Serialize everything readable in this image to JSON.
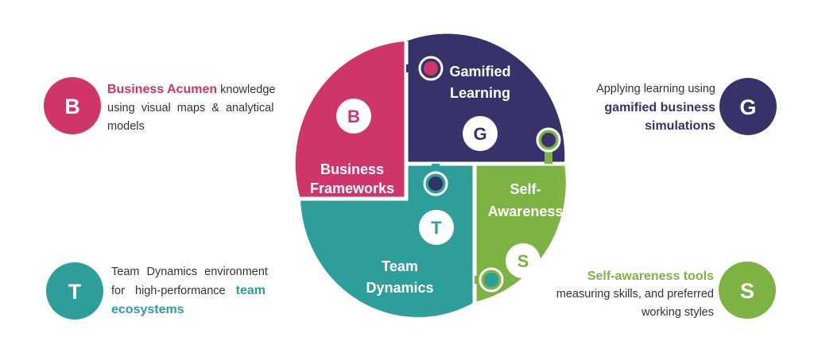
{
  "colors": {
    "business": "#CF3568",
    "gamified": "#35336A",
    "self": "#7DB343",
    "team": "#2E9E9A",
    "text": "#333333"
  },
  "pieces": {
    "business": {
      "letter": "B",
      "label_lines": [
        "Business",
        "Frameworks"
      ]
    },
    "gamified": {
      "letter": "G",
      "label_lines": [
        "Gamified",
        "Learning"
      ]
    },
    "self": {
      "letter": "S",
      "label_lines": [
        "Self-",
        "Awareness"
      ]
    },
    "team": {
      "letter": "T",
      "label_lines": [
        "Team",
        "Dynamics"
      ]
    }
  },
  "badges": {
    "business": "B",
    "gamified": "G",
    "team": "T",
    "self": "S"
  },
  "descriptions": {
    "business": {
      "highlight": "Business Acumen",
      "line1_rest": " knowledge",
      "line2": "using visual maps & analytical",
      "line3": "models"
    },
    "gamified": {
      "line1": "Applying learning using",
      "highlight_line2": "gamified business",
      "highlight_line3": "simulations"
    },
    "team": {
      "line1": "Team Dynamics environment",
      "line2_pre": "for high-performance ",
      "highlight_line2": "team",
      "highlight_line3": "ecosystems"
    },
    "self": {
      "highlight_line1": "Self-awareness tools",
      "line2": "measuring skills, and preferred",
      "line3": "working styles"
    }
  }
}
